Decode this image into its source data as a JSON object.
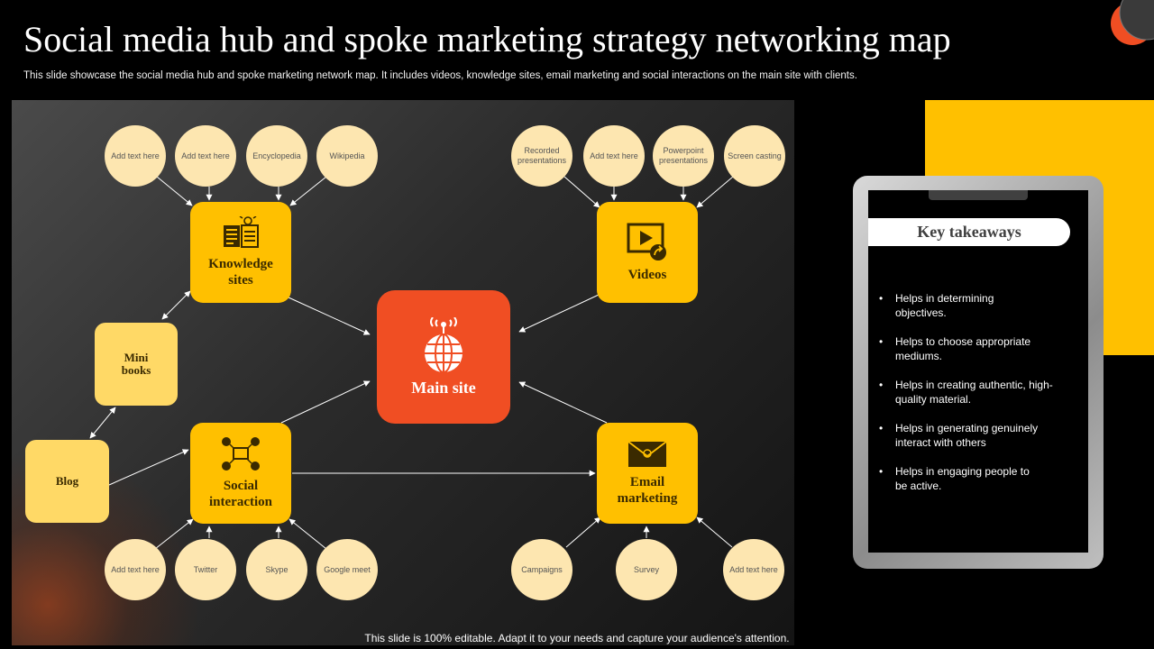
{
  "slide": {
    "title": "Social media hub and spoke marketing strategy networking map",
    "subtitle": "This slide showcase the social media hub and spoke marketing network map. It includes videos, knowledge sites, email marketing and social interactions on the main site with clients.",
    "footer": "This slide is 100% editable. Adapt it to your needs and capture your audience's attention."
  },
  "colors": {
    "hub": "#ffc000",
    "light_hub": "#ffd966",
    "main": "#f04e23",
    "bubble": "#fde6b0"
  },
  "hub": {
    "label": "Main site",
    "icon": "globe-antenna-icon"
  },
  "nodes": {
    "knowledge": {
      "label": "Knowledge sites",
      "icon": "knowledge-icon"
    },
    "videos": {
      "label": "Videos",
      "icon": "video-play-icon"
    },
    "social": {
      "label": "Social interaction",
      "icon": "social-network-icon"
    },
    "email": {
      "label": "Email marketing",
      "icon": "envelope-icon"
    },
    "minibooks": {
      "label": "Mini books"
    },
    "blog": {
      "label": "Blog"
    }
  },
  "leaves": {
    "knowledge": [
      "Add text here",
      "Add text here",
      "Encyclopedia",
      "Wikipedia"
    ],
    "videos": [
      "Recorded presentations",
      "Add text here",
      "Powerpoint presentations",
      "Screen casting"
    ],
    "social": [
      "Add text here",
      "Twitter",
      "Skype",
      "Google meet"
    ],
    "email": [
      "Campaigns",
      "Survey",
      "Add text here"
    ]
  },
  "takeaways": {
    "title": "Key takeaways",
    "items": [
      "Helps in determining objectives.",
      "Helps to choose appropriate mediums.",
      "Helps in creating authentic, high-quality material.",
      "Helps in generating genuinely interact with others",
      "Helps in engaging people to be active."
    ]
  }
}
